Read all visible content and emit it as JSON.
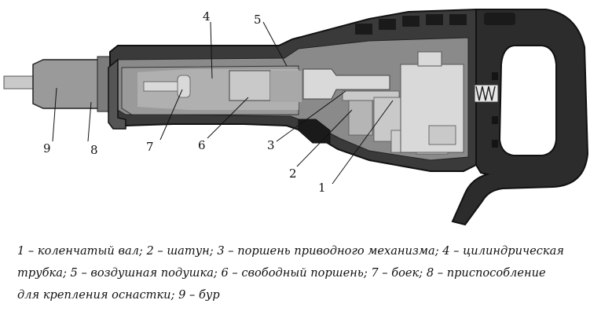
{
  "diagram": {
    "callouts": [
      "1",
      "2",
      "3",
      "4",
      "5",
      "6",
      "7",
      "8",
      "9"
    ]
  },
  "caption": {
    "line1": "1 – коленчатый вал; 2 – шатун; 3 – поршень приводного механизма; 4 – цилиндрическая",
    "line2": "трубка; 5 – воздушная подушка; 6 – свободный поршень; 7 – боек; 8 – приспособление",
    "line3": "для крепления оснастки; 9 – бур"
  },
  "colors": {
    "housing": "#3a3a3a",
    "housing_dark": "#1a1a1a",
    "inner_gray": "#9a9a9a",
    "light_gray": "#c9c9c9",
    "light_gray_2": "#d9d9d9"
  }
}
